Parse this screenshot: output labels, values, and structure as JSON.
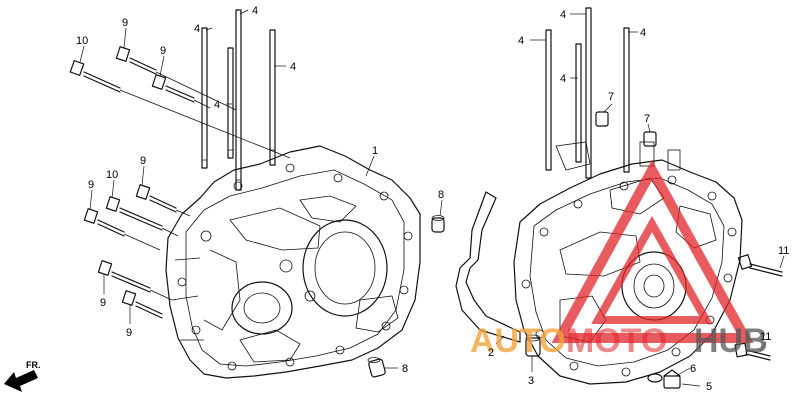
{
  "diagram": {
    "callouts": [
      {
        "id": "c10a",
        "text": "10"
      },
      {
        "id": "c9a",
        "text": "9"
      },
      {
        "id": "c9b",
        "text": "9"
      },
      {
        "id": "c4a",
        "text": "4"
      },
      {
        "id": "c4b",
        "text": "4"
      },
      {
        "id": "c4c",
        "text": "4"
      },
      {
        "id": "c4d",
        "text": "4"
      },
      {
        "id": "c1",
        "text": "1"
      },
      {
        "id": "c9c",
        "text": "9"
      },
      {
        "id": "c10b",
        "text": "10"
      },
      {
        "id": "c9d",
        "text": "9"
      },
      {
        "id": "c9e",
        "text": "9"
      },
      {
        "id": "c9f",
        "text": "9"
      },
      {
        "id": "c8a",
        "text": "8"
      },
      {
        "id": "c8b",
        "text": "8"
      },
      {
        "id": "c4e",
        "text": "4"
      },
      {
        "id": "c4f",
        "text": "4"
      },
      {
        "id": "c4g",
        "text": "4"
      },
      {
        "id": "c4h",
        "text": "4"
      },
      {
        "id": "c7a",
        "text": "7"
      },
      {
        "id": "c7b",
        "text": "7"
      },
      {
        "id": "c2",
        "text": "2"
      },
      {
        "id": "c3",
        "text": "3"
      },
      {
        "id": "c6",
        "text": "6"
      },
      {
        "id": "c5",
        "text": "5"
      },
      {
        "id": "c11a",
        "text": "11"
      },
      {
        "id": "c11b",
        "text": "11"
      }
    ],
    "direction_label": "FR.",
    "watermark": {
      "part1": "AUTO",
      "part2": "MOTO",
      "part3": "HUB",
      "color_red": "#e0242a",
      "color_orange": "#f2a23a",
      "color_grey": "#555555"
    }
  }
}
